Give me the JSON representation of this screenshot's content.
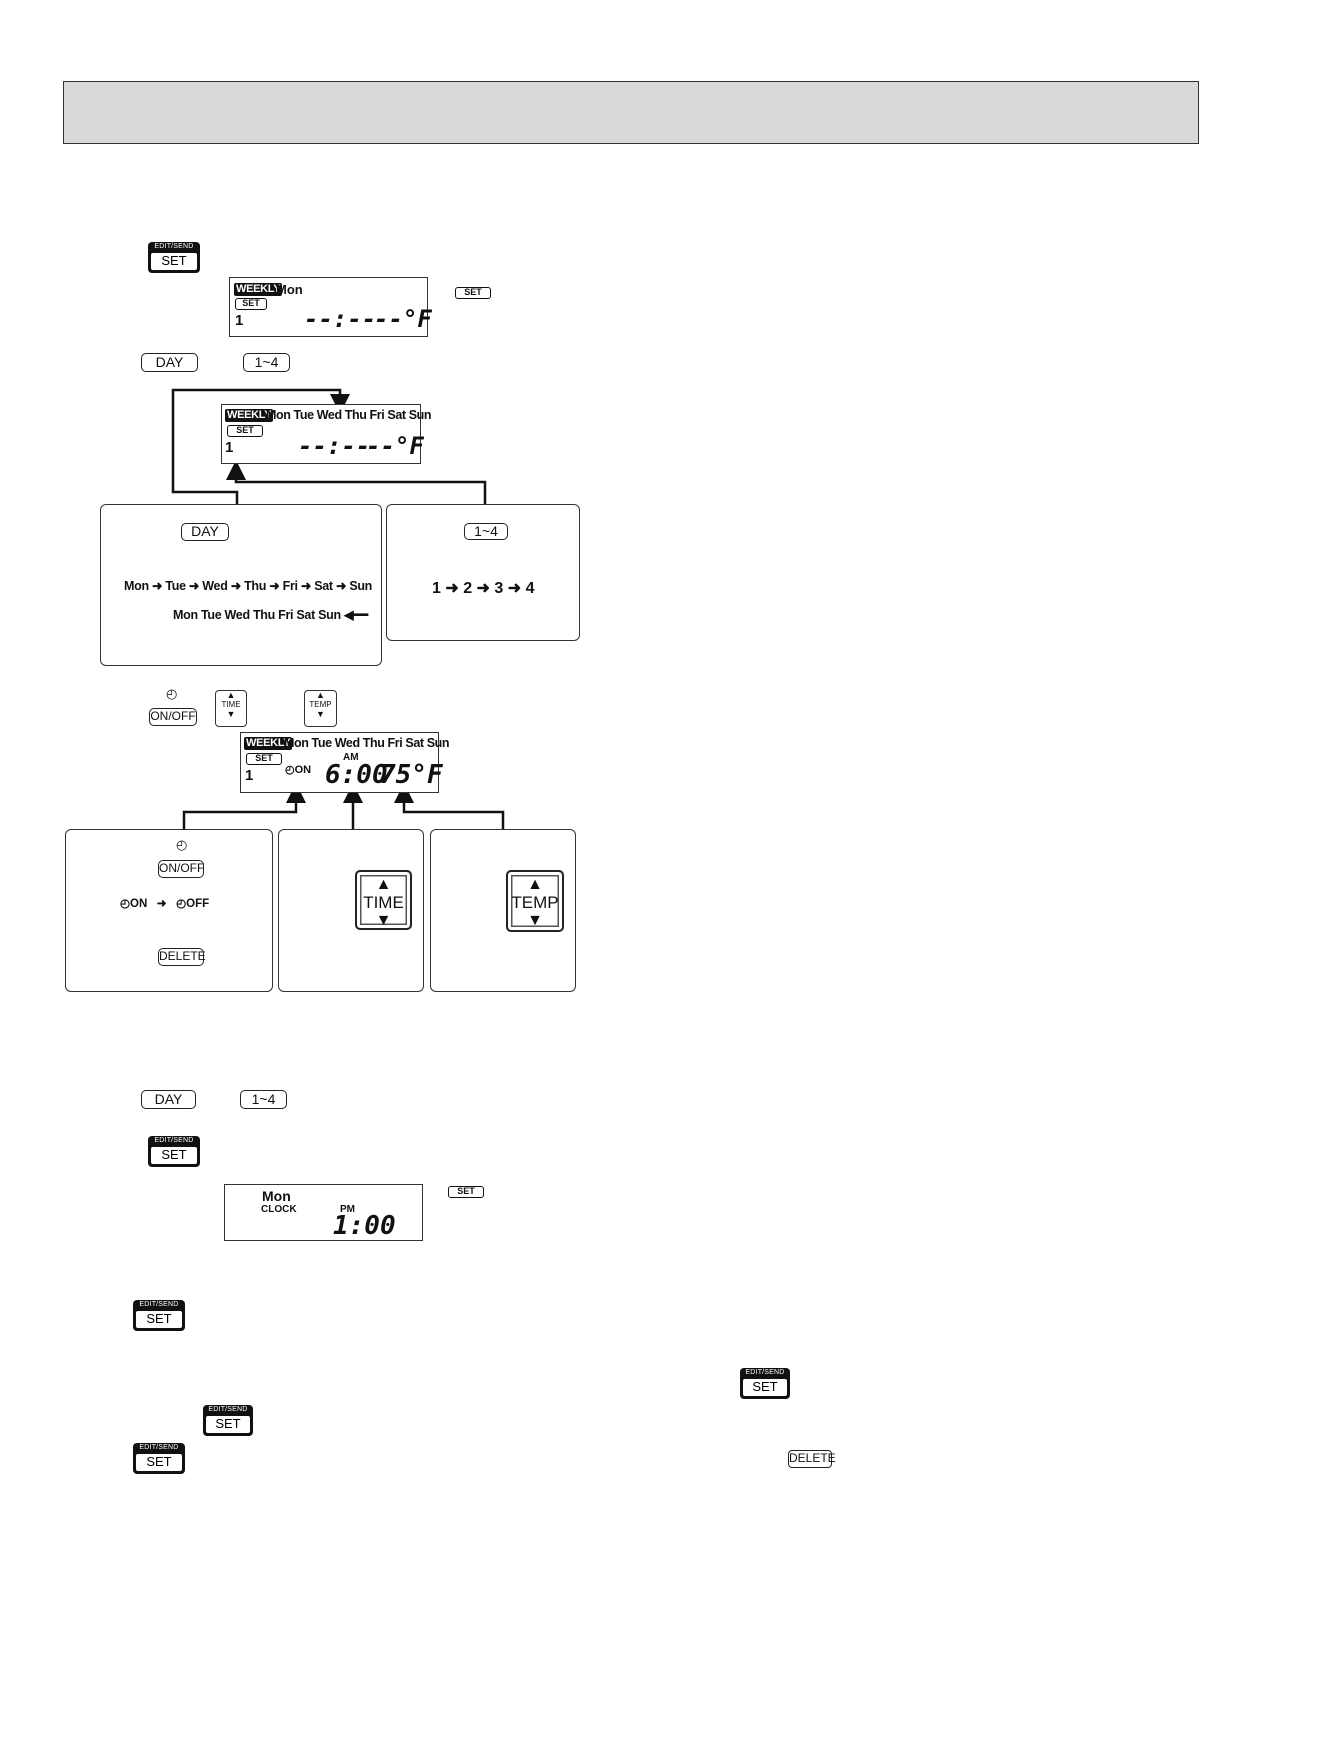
{
  "buttons": {
    "edit_send": "EDIT/SEND",
    "set": "SET",
    "day": "DAY",
    "one_to_four": "1~4",
    "on_off": "ON/OFF",
    "delete": "DELETE",
    "time": "TIME",
    "temp": "TEMP"
  },
  "lcd1": {
    "weekly": "WEEKLY",
    "day": "Mon",
    "set": "SET",
    "program": "1",
    "time": "--:--",
    "temp": "--°F"
  },
  "lcd2": {
    "weekly": "WEEKLY",
    "days": "Mon Tue Wed Thu Fri Sat Sun",
    "set": "SET",
    "program": "1",
    "time": "--:--",
    "temp": "--°F"
  },
  "day_sequence": {
    "days": [
      "Mon",
      "Tue",
      "Wed",
      "Thu",
      "Fri",
      "Sat",
      "Sun"
    ],
    "all_days": "Mon Tue Wed Thu Fri Sat Sun"
  },
  "program_sequence": [
    "1",
    "2",
    "3",
    "4"
  ],
  "lcd3": {
    "weekly": "WEEKLY",
    "days": "Mon Tue Wed Thu Fri Sat Sun",
    "set": "SET",
    "program": "1",
    "timer": "ON",
    "ampm": "AM",
    "time": "6:00",
    "temp": "75°F"
  },
  "timer_toggle": {
    "on": "ON",
    "off": "OFF"
  },
  "lcd4": {
    "day": "Mon",
    "clock": "CLOCK",
    "ampm": "PM",
    "time": "1:00"
  }
}
